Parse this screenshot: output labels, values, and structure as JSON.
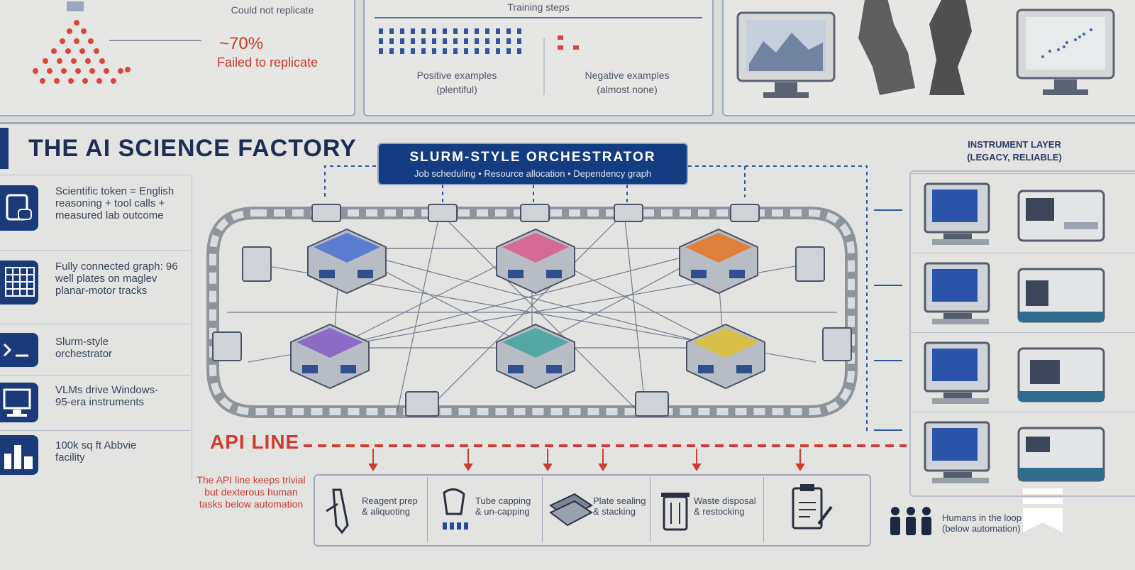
{
  "top": {
    "left": {
      "label1": "Could not replicate",
      "pct": "~70%",
      "label2": "Failed to replicate"
    },
    "middle": {
      "header": "Training steps",
      "pos_title": "Positive examples",
      "pos_sub": "(plentiful)",
      "neg_title": "Negative examples",
      "neg_sub": "(almost none)"
    }
  },
  "title": "THE AI SCIENCE FACTORY",
  "orchestrator": {
    "title": "SLURM-STYLE ORCHESTRATOR",
    "subtitle": "Job scheduling • Resource allocation • Dependency graph"
  },
  "sidebar": [
    {
      "text": "Scientific token = English reasoning + tool calls + measured lab outcome",
      "icon": "document-icon"
    },
    {
      "text": "Fully connected graph: 96 well plates on maglev planar-motor tracks",
      "icon": "grid-plate-icon"
    },
    {
      "text": "Slurm-style orchestrator",
      "icon": "terminal-icon"
    },
    {
      "text": "VLMs drive Windows-95-era instruments",
      "icon": "monitor-icon"
    },
    {
      "text": "100k sq ft Abbvie facility",
      "icon": "factory-icon"
    }
  ],
  "instrument_layer": {
    "title": "INSTRUMENT LAYER",
    "subtitle": "(LEGACY, RELIABLE)"
  },
  "api_line": {
    "label": "API LINE",
    "note": "The API line keeps trivial but dexterous human tasks below automation"
  },
  "tasks": [
    {
      "label": "Reagent prep & aliquoting",
      "icon": "pipette-icon"
    },
    {
      "label": "Tube capping & un-capping",
      "icon": "tube-icon"
    },
    {
      "label": "Plate sealing & stacking",
      "icon": "plate-icon"
    },
    {
      "label": "Waste disposal & restocking",
      "icon": "waste-icon"
    },
    {
      "label": "",
      "icon": "clipboard-icon"
    }
  ],
  "humans": {
    "label": "Humans in the loop (below automation)"
  },
  "colors": {
    "navy": "#133d80",
    "red": "#cf3b2f",
    "panel": "#e3e4e1",
    "nodes": [
      "#5a7dd0",
      "#d36b95",
      "#de7f3c",
      "#8a6bc6",
      "#54a7a2",
      "#d9bf47"
    ]
  }
}
